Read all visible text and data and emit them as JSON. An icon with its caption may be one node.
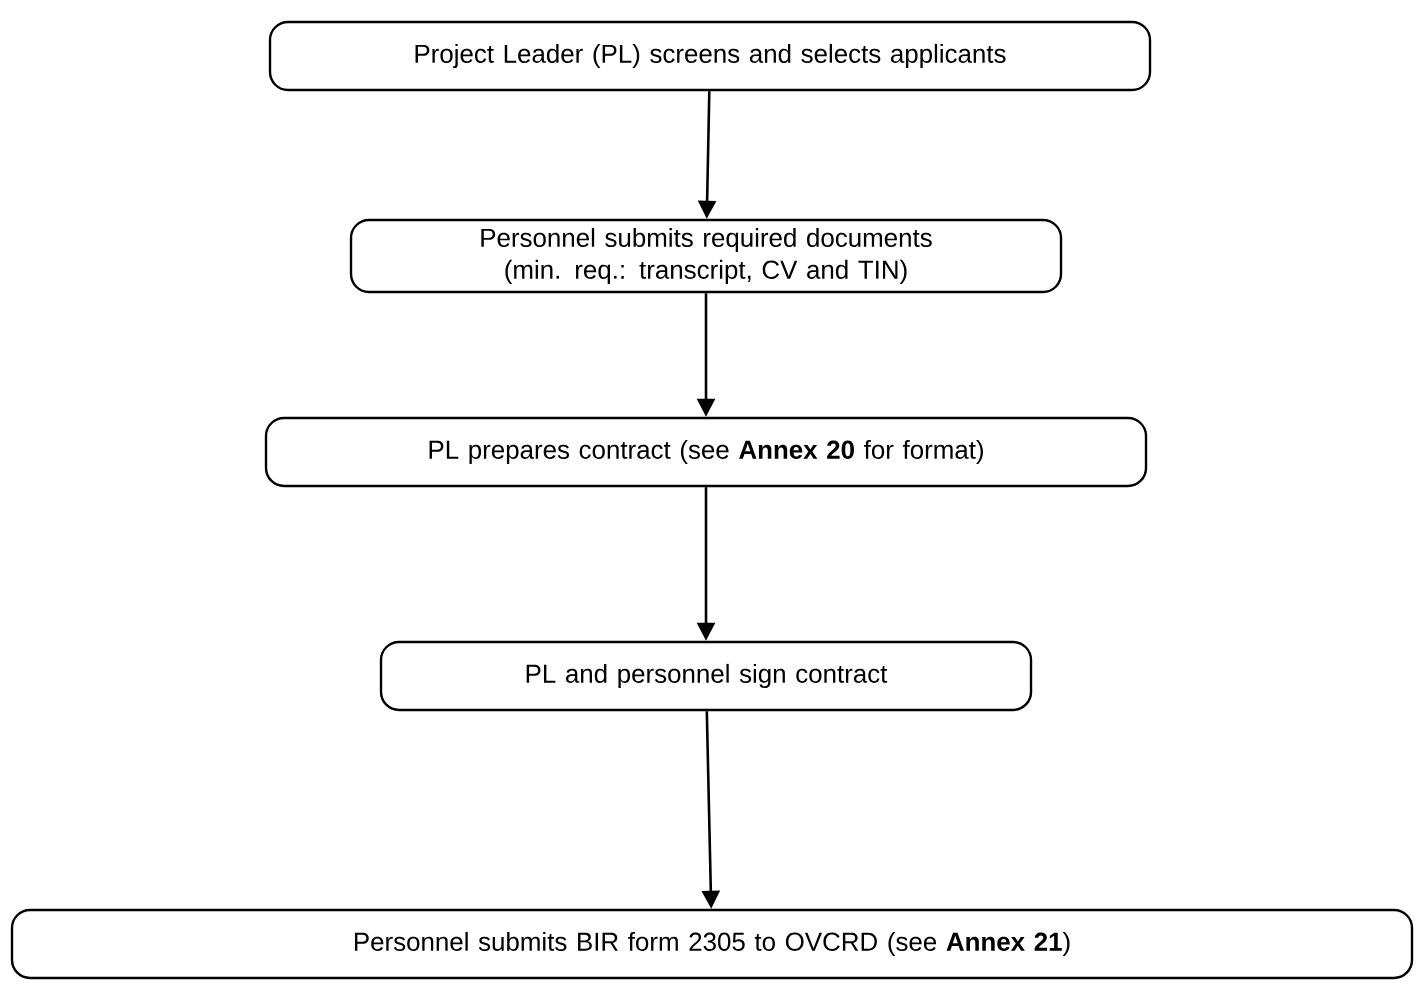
{
  "diagram": {
    "nodes": [
      {
        "text": [
          "Project Leader (PL)  screens and selects applicants"
        ]
      },
      {
        "text": [
          "Personnel submits required documents (min. req.: transcript, CV and TIN)"
        ]
      },
      {
        "text": [
          "PL prepares contract (see **Annex 20** for format)"
        ]
      },
      {
        "text": [
          "PL and personnel sign contract"
        ]
      },
      {
        "text": [
          "Personnel submits BIR form 2305 to OVCRD (see **Annex 21**)"
        ]
      }
    ],
    "edges": [
      {
        "from": 0,
        "to": 1,
        "arrow": "to"
      },
      {
        "from": 1,
        "to": 2,
        "arrow": "to"
      },
      {
        "from": 2,
        "to": 3,
        "arrow": "to"
      },
      {
        "from": 3,
        "to": 4,
        "arrow": "to"
      }
    ]
  }
}
